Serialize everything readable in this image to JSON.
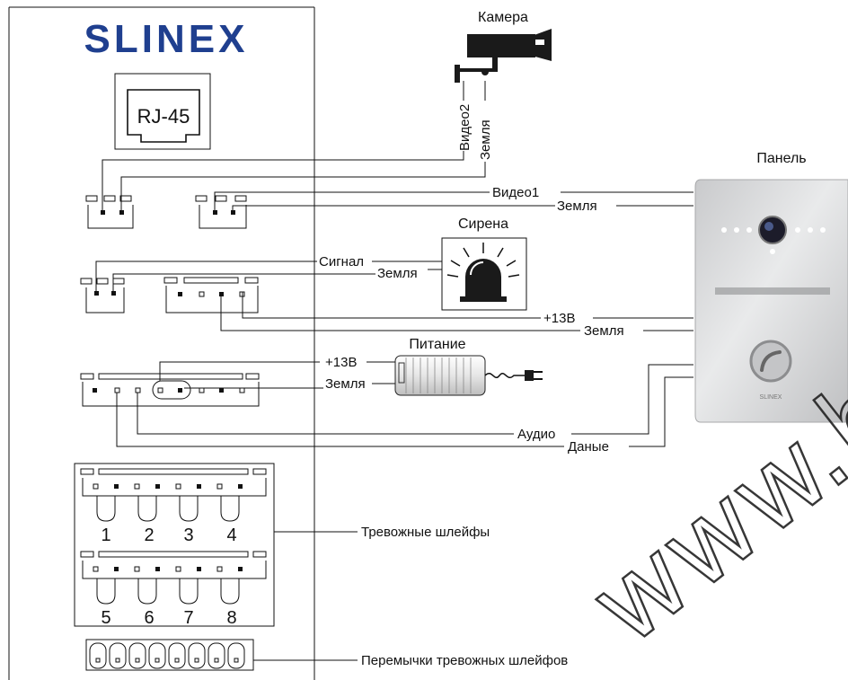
{
  "brand": {
    "logo_text": "SLINEX"
  },
  "ports": {
    "rj45": "RJ-45"
  },
  "devices": {
    "camera": "Камера",
    "siren": "Сирена",
    "power": "Питание",
    "panel": "Панель"
  },
  "wires": {
    "video2": "Видео2",
    "ground_cam": "Земля",
    "video1": "Видео1",
    "ground_panel_video": "Земля",
    "signal": "Сигнал",
    "ground_siren": "Земля",
    "plus13_panel": "+13В",
    "ground_panel_power": "Земля",
    "plus13_supply": "+13В",
    "ground_supply": "Земля",
    "audio": "Аудио",
    "data": "Даные"
  },
  "alarm": {
    "loops_label": "Тревожные шлейфы",
    "jumpers_label": "Перемычки тревожных шлейфов",
    "loop_numbers": [
      "1",
      "2",
      "3",
      "4",
      "5",
      "6",
      "7",
      "8"
    ]
  },
  "panel_device": {
    "brand_small": "SLINEX"
  },
  "watermark": {
    "text": "www.bezp"
  },
  "colors": {
    "logo": "#1f3f8f",
    "line": "#111111",
    "panel_metal": "#d6d7d9"
  }
}
